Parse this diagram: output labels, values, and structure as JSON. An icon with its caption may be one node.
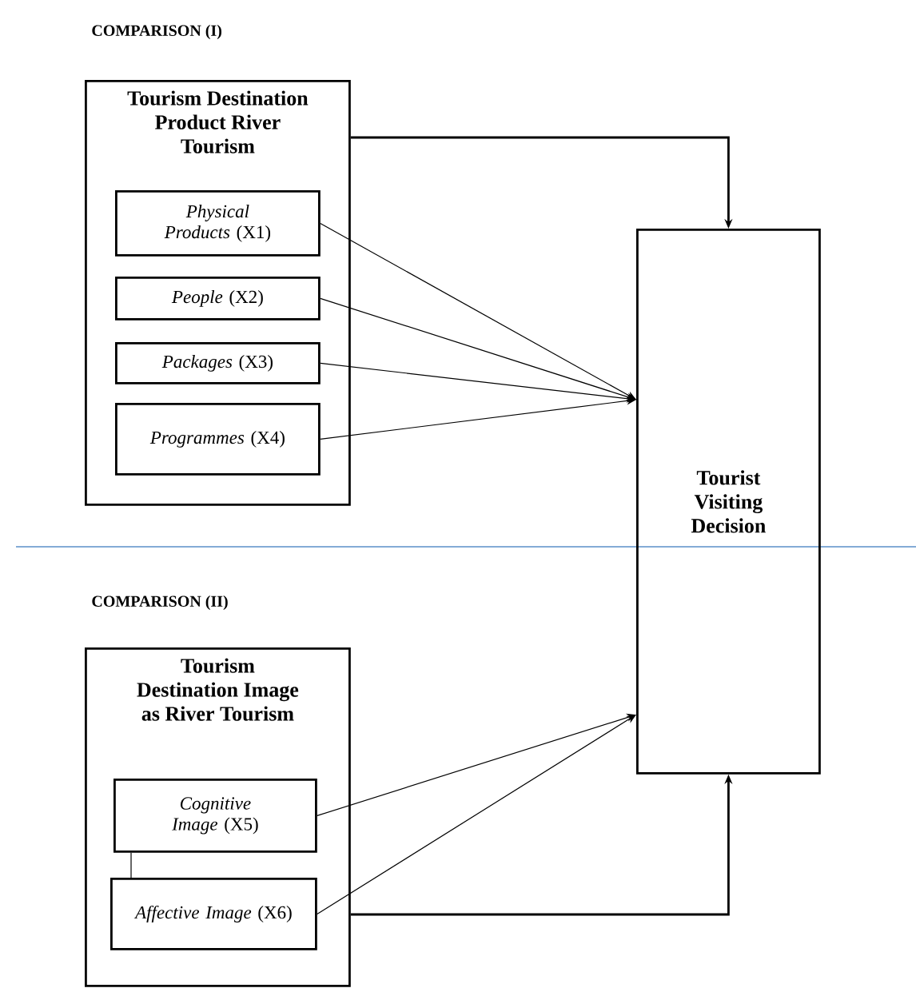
{
  "diagram": {
    "nodes": [
      {
        "text": [
          "Tourism Destination Product River Tourism"
        ]
      },
      {
        "text": [
          "*Physical Products* (X1)"
        ],
        "in": 0
      },
      {
        "text": [
          "*People* (X2)"
        ],
        "in": 0
      },
      {
        "text": [
          "*Packages* (X3)"
        ],
        "in": 0
      },
      {
        "text": [
          "*Programmes* (X4)"
        ],
        "in": 0
      },
      {
        "text": [
          "Tourist Visiting Decision"
        ]
      },
      {
        "text": [
          "Tourism Destination Image as River Tourism"
        ]
      },
      {
        "text": [
          "*Cognitive Image* (X5)"
        ],
        "in": 6
      },
      {
        "text": [
          "*Affective Image* (X6)"
        ],
        "in": 6
      }
    ],
    "edges": [
      {
        "from": 0,
        "to": 5,
        "arrow": "to"
      },
      {
        "from": 1,
        "to": 5,
        "arrow": "to"
      },
      {
        "from": 2,
        "to": 5,
        "arrow": "to"
      },
      {
        "from": 3,
        "to": 5,
        "arrow": "to"
      },
      {
        "from": 4,
        "to": 5,
        "arrow": "to"
      },
      {
        "from": 7,
        "to": 5,
        "arrow": "to"
      },
      {
        "from": 8,
        "to": 5,
        "arrow": "to"
      },
      {
        "from": 6,
        "to": 5,
        "arrow": "to"
      },
      {
        "from": 7,
        "to": 8,
        "arrow": "none"
      }
    ],
    "labels": [
      "COMPARISON (I)",
      "COMPARISON (II)"
    ]
  }
}
